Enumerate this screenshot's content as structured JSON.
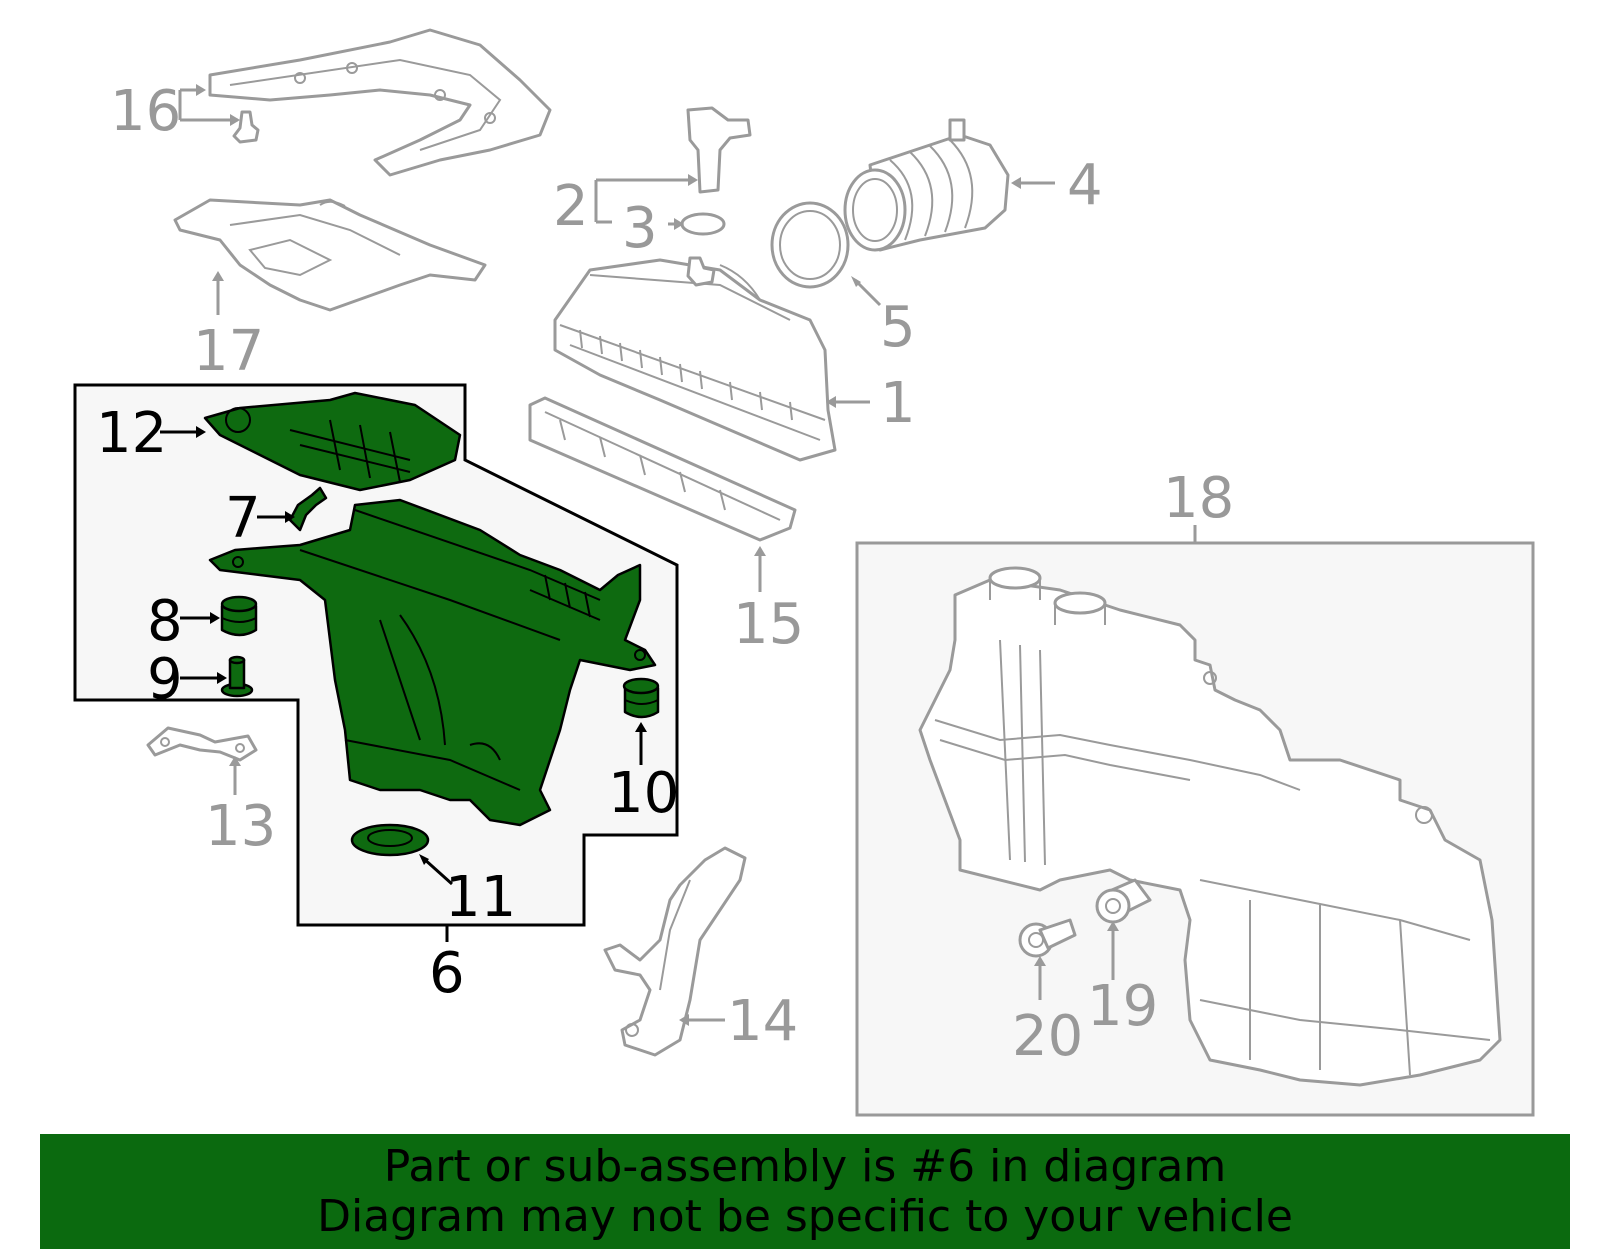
{
  "callouts": {
    "c1": "1",
    "c2": "2",
    "c3": "3",
    "c4": "4",
    "c5": "5",
    "c6": "6",
    "c7": "7",
    "c8": "8",
    "c9": "9",
    "c10": "10",
    "c11": "11",
    "c12": "12",
    "c13": "13",
    "c14": "14",
    "c15": "15",
    "c16": "16",
    "c17": "17",
    "c18": "18",
    "c19": "19",
    "c20": "20"
  },
  "highlight": {
    "part_number": "6",
    "color": "#0e6a10"
  },
  "banner": {
    "line1": "Part or sub-assembly is #6 in diagram",
    "line2": "Diagram may not be specific to your vehicle",
    "background": "#0b6a0f"
  }
}
